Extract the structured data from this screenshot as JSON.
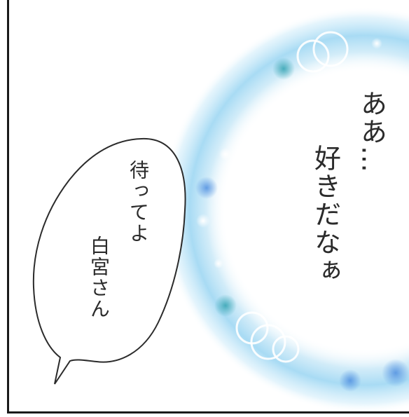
{
  "monologue": {
    "line1": "ああ…",
    "line2": "好きだなぁ"
  },
  "speech_bubble": {
    "line1": "待ってよ",
    "line2": "白宮さん"
  },
  "colors": {
    "halo_blue": "#9fd6f2",
    "sparkle_teal": "#5fb9c9",
    "sparkle_blue": "#6ea6e3",
    "ink": "#2b2b2b"
  }
}
